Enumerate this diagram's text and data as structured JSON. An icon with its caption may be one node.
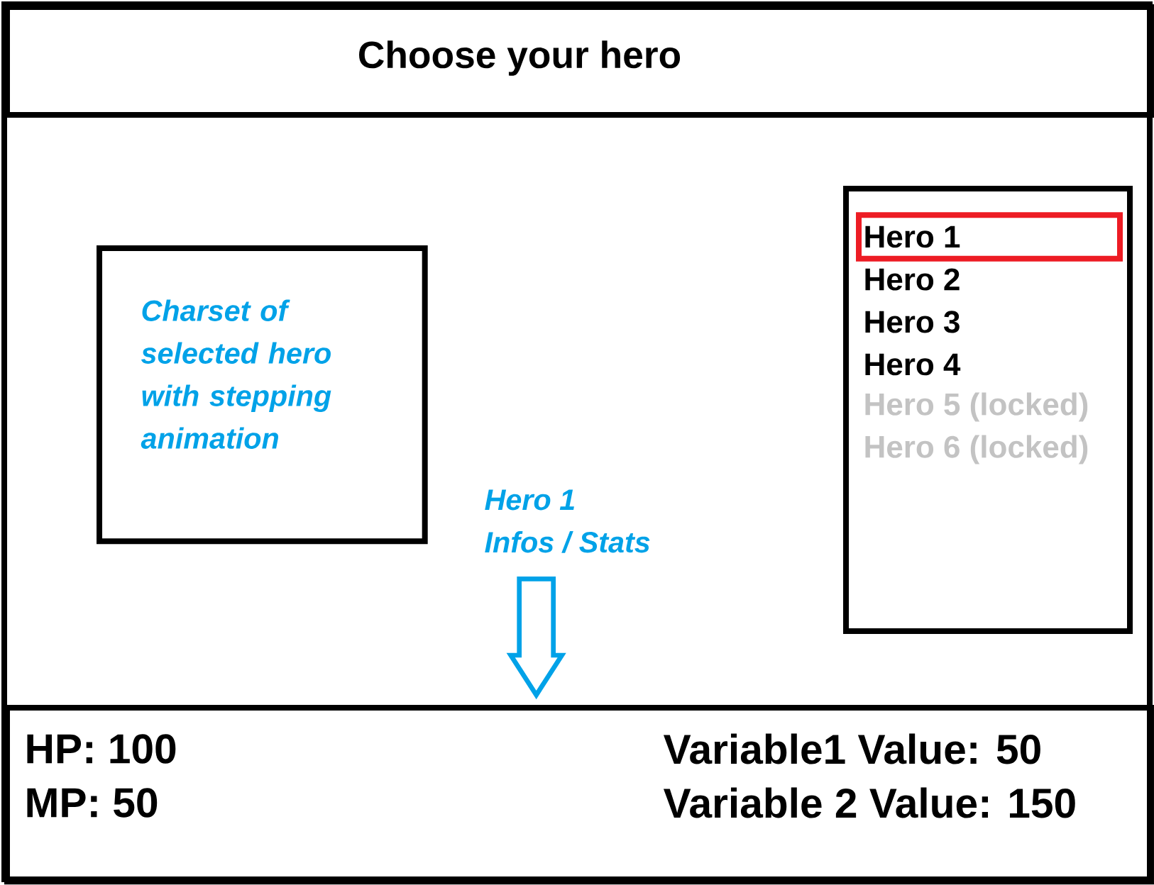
{
  "diagram": {
    "nodes": [
      {
        "text": [
          "Choose your hero"
        ]
      },
      {
        "text": [
          "Charset of selected hero with stepping animation"
        ]
      },
      {
        "text": [],
        "shape": "box"
      },
      {
        "text": [
          "Hero 1"
        ],
        "in": 2
      },
      {
        "text": [
          "Hero 2"
        ],
        "in": 2
      },
      {
        "text": [
          "Hero 3"
        ],
        "in": 2
      },
      {
        "text": [
          "Hero 4"
        ],
        "in": 2
      },
      {
        "text": [
          "Hero 5 (locked)"
        ],
        "in": 2
      },
      {
        "text": [
          "Hero 6 (locked)"
        ],
        "in": 2
      },
      {
        "text": [
          "Hero 1",
          "Infos / Stats"
        ]
      },
      {
        "text": [
          "HP: 100",
          "MP: 50",
          "Variable1 Value: 50",
          "Variable 2 Value: 150"
        ]
      }
    ],
    "edges": [
      {
        "from": 9,
        "to": 10,
        "arrow": "to"
      }
    ]
  }
}
